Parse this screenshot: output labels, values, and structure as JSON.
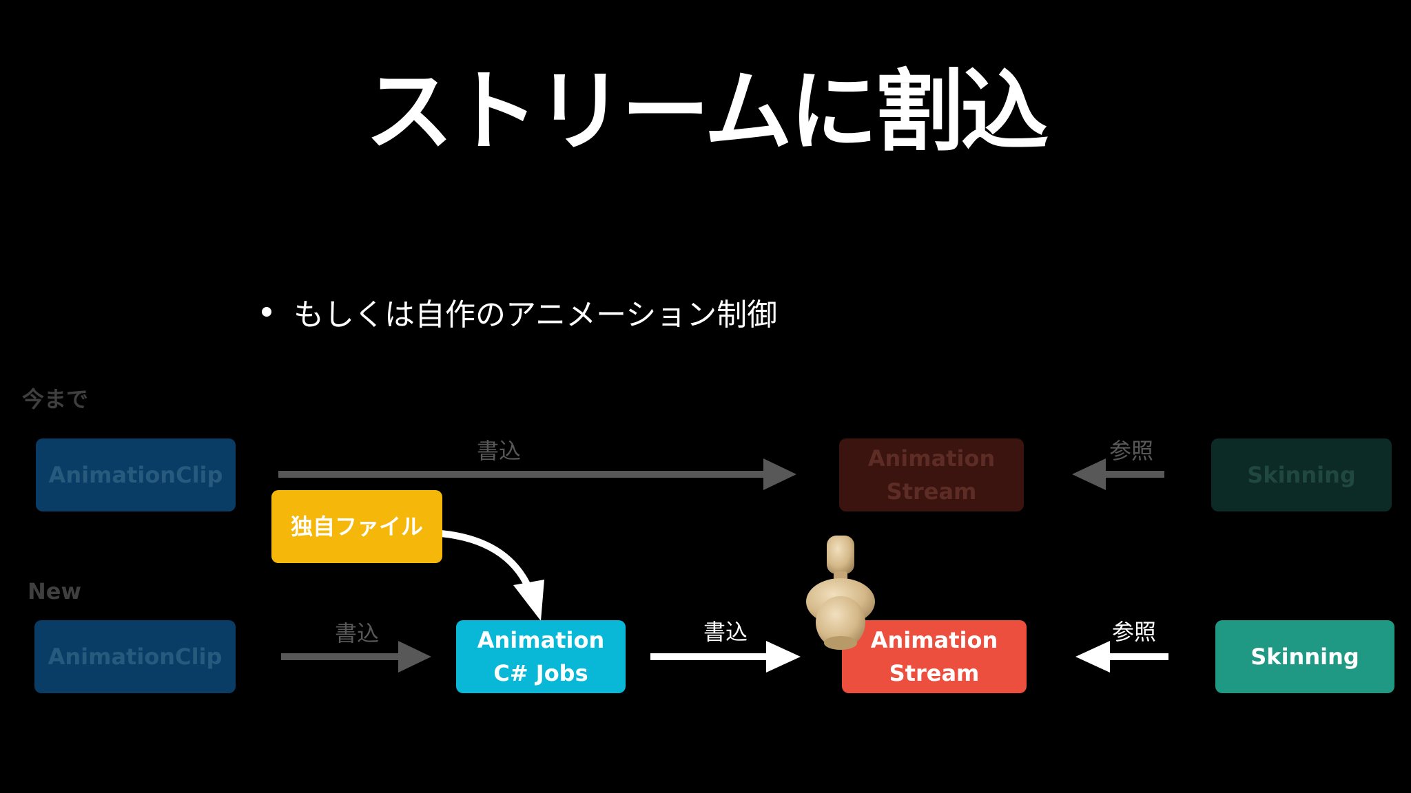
{
  "title": "ストリームに割込",
  "bullet": "もしくは自作のアニメーション制御",
  "rows": {
    "old_label": "今まで",
    "new_label": "New"
  },
  "boxes": {
    "old_clip": "AnimationClip",
    "old_stream": "Animation\nStream",
    "old_skinning": "Skinning",
    "custom_file": "独自ファイル",
    "new_clip": "AnimationClip",
    "jobs": "Animation\nC# Jobs",
    "new_stream": "Animation\nStream",
    "new_skinning": "Skinning"
  },
  "arrow_labels": {
    "old_write": "書込",
    "old_ref": "参照",
    "new_write_dim": "書込",
    "new_write": "書込",
    "new_ref": "参照"
  },
  "colors": {
    "background": "#000000",
    "clip_blue": "#0a3d66",
    "stream_red_dim": "#3b1410",
    "skinning_dim": "#0c2a26",
    "custom_yellow": "#f6b70b",
    "jobs_cyan": "#08b8d6",
    "stream_red": "#ed4f3e",
    "skinning_teal": "#1f9984",
    "dim_arrow": "#585858",
    "bright_arrow": "#ffffff"
  },
  "icons": {
    "figure": "wooden-mannequin-icon"
  }
}
